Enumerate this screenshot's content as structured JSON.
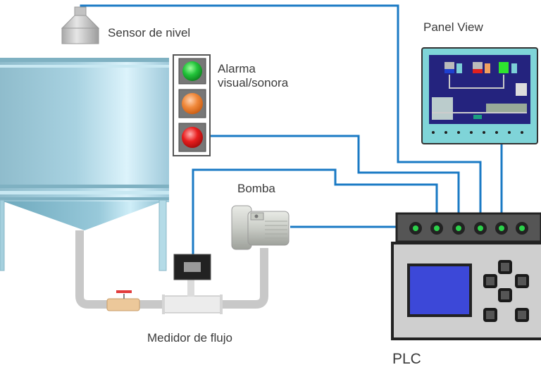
{
  "diagram": {
    "title": "",
    "components": [
      {
        "id": "level-sensor",
        "label": "Sensor de nivel"
      },
      {
        "id": "alarm",
        "label_line1": "Alarma",
        "label_line2": "visual/sonora",
        "lights": [
          "green",
          "orange",
          "red"
        ]
      },
      {
        "id": "panel-view",
        "label": "Panel View"
      },
      {
        "id": "pump",
        "label": "Bomba"
      },
      {
        "id": "flow-meter",
        "label": "Medidor de flujo"
      },
      {
        "id": "plc",
        "label": "PLC"
      },
      {
        "id": "tank",
        "label": ""
      },
      {
        "id": "valve",
        "label": ""
      }
    ],
    "connections": [
      {
        "from": "level-sensor",
        "to": "plc",
        "terminal": 4
      },
      {
        "from": "alarm",
        "to": "plc",
        "terminal": 3
      },
      {
        "from": "flow-meter",
        "to": "plc",
        "terminal": 2
      },
      {
        "from": "pump",
        "to": "plc",
        "terminal": 1
      },
      {
        "from": "panel-view",
        "to": "plc",
        "terminal": 5
      }
    ],
    "plc_terminal_count": 6,
    "colors": {
      "wire": "#1a7ac4",
      "tank": "#a9d4e3",
      "pipe": "#c8c8c8",
      "plc_screen": "#3c48d8",
      "terminal_led": "#2bd14a",
      "alarm_green": "#22c33a",
      "alarm_orange": "#f0883a",
      "alarm_red": "#e81e1e"
    }
  }
}
